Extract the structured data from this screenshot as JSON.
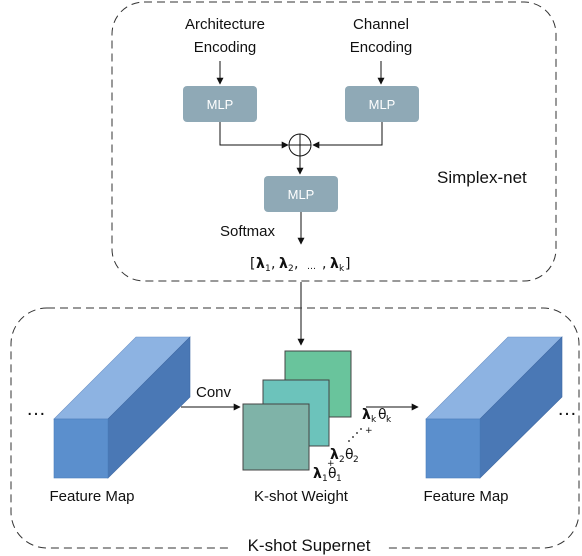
{
  "simplex": {
    "arch_line1": "Architecture",
    "arch_line2": "Encoding",
    "chan_line1": "Channel",
    "chan_line2": "Encoding",
    "mlp_left": "MLP",
    "mlp_right": "MLP",
    "mlp_center": "MLP",
    "softmax": "Softmax",
    "title": "Simplex-net",
    "vector": {
      "open": "[",
      "l1": "1",
      "l2": "2",
      "dots": "…",
      "lk": "k",
      "close": "]",
      "lambda": "λ",
      "comma": ","
    }
  },
  "supernet": {
    "left_dots": "…",
    "right_dots": "…",
    "conv": "Conv",
    "feature_left": "Feature Map",
    "feature_right": "Feature Map",
    "kshot_weight": "K-shot Weight",
    "title": "K-shot Supernet",
    "theta": "θ",
    "lambda": "λ",
    "sub_1": "1",
    "sub_2": "2",
    "sub_k": "k",
    "plus": "+"
  },
  "colors": {
    "mlp_fill": "#8fa9b6",
    "cube_front": "#5b8fcd",
    "cube_top": "#8db3e2",
    "cube_side": "#4a78b5",
    "weight_back": "#69c49c",
    "weight_mid": "#6cc3bb",
    "weight_front": "#7fb3a8"
  }
}
